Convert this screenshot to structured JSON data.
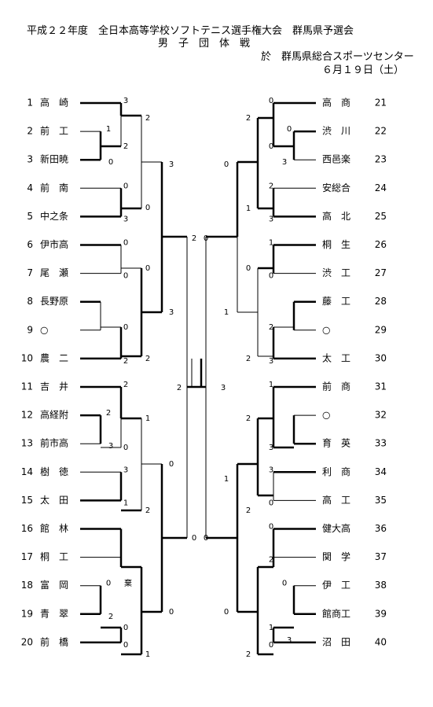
{
  "header": {
    "title": "平成２２年度　全日本高等学校ソフトテニス選手権大会　群馬県予選会",
    "subtitle": "男　子　団　体　戦",
    "venue": "於　群馬県総合スポーツセンター",
    "date": "６月１９日（土）"
  },
  "teams_left": [
    {
      "no": "1",
      "name": "高　崎"
    },
    {
      "no": "2",
      "name": "前　工"
    },
    {
      "no": "3",
      "name": "新田暁"
    },
    {
      "no": "4",
      "name": "前　南"
    },
    {
      "no": "5",
      "name": "中之条"
    },
    {
      "no": "6",
      "name": "伊市高"
    },
    {
      "no": "7",
      "name": "尾　瀬"
    },
    {
      "no": "8",
      "name": "長野原"
    },
    {
      "no": "9",
      "name": "○"
    },
    {
      "no": "10",
      "name": "農　二"
    },
    {
      "no": "11",
      "name": "吉　井"
    },
    {
      "no": "12",
      "name": "高経附"
    },
    {
      "no": "13",
      "name": "前市高"
    },
    {
      "no": "14",
      "name": "樹　徳"
    },
    {
      "no": "15",
      "name": "太　田"
    },
    {
      "no": "16",
      "name": "館　林"
    },
    {
      "no": "17",
      "name": "桐　工"
    },
    {
      "no": "18",
      "name": "富　岡"
    },
    {
      "no": "19",
      "name": "青　翠"
    },
    {
      "no": "20",
      "name": "前　橋"
    }
  ],
  "teams_right": [
    {
      "no": "21",
      "name": "高　商"
    },
    {
      "no": "22",
      "name": "渋　川"
    },
    {
      "no": "23",
      "name": "西邑楽"
    },
    {
      "no": "24",
      "name": "安総合"
    },
    {
      "no": "25",
      "name": "高　北"
    },
    {
      "no": "26",
      "name": "桐　生"
    },
    {
      "no": "27",
      "name": "渋　工"
    },
    {
      "no": "28",
      "name": "藤　工"
    },
    {
      "no": "29",
      "name": "○"
    },
    {
      "no": "30",
      "name": "太　工"
    },
    {
      "no": "31",
      "name": "前　商"
    },
    {
      "no": "32",
      "name": "○"
    },
    {
      "no": "33",
      "name": "育　英"
    },
    {
      "no": "34",
      "name": "利　商"
    },
    {
      "no": "35",
      "name": "高　工"
    },
    {
      "no": "36",
      "name": "健大高"
    },
    {
      "no": "37",
      "name": "関　学"
    },
    {
      "no": "38",
      "name": "伊　工"
    },
    {
      "no": "39",
      "name": "館商工"
    },
    {
      "no": "40",
      "name": "沼　田"
    }
  ],
  "scores": [
    "3",
    "1",
    "0",
    "2",
    "2",
    "0",
    "3",
    "0",
    "3",
    "0",
    "0",
    "0",
    "2",
    "0",
    "2",
    "3",
    "2",
    "2",
    "2",
    "3",
    "0",
    "1",
    "3",
    "1",
    "2",
    "0",
    "0",
    "2",
    "0",
    "0",
    "1",
    "0",
    "0",
    "2",
    "0",
    "0",
    "3",
    "0",
    "2",
    "2",
    "3",
    "1",
    "0",
    "1",
    "0",
    "2",
    "3",
    "0",
    "2",
    "1",
    "0",
    "1",
    "3",
    "2",
    "3",
    "0",
    "2",
    "1",
    "0",
    "2",
    "0",
    "1",
    "3",
    "0",
    "2",
    "0",
    "0",
    "3",
    "3",
    "2",
    "2",
    "0",
    "2",
    "0",
    "0",
    "2",
    "棄"
  ],
  "colors": {
    "line": "#000000",
    "background": "#ffffff"
  }
}
